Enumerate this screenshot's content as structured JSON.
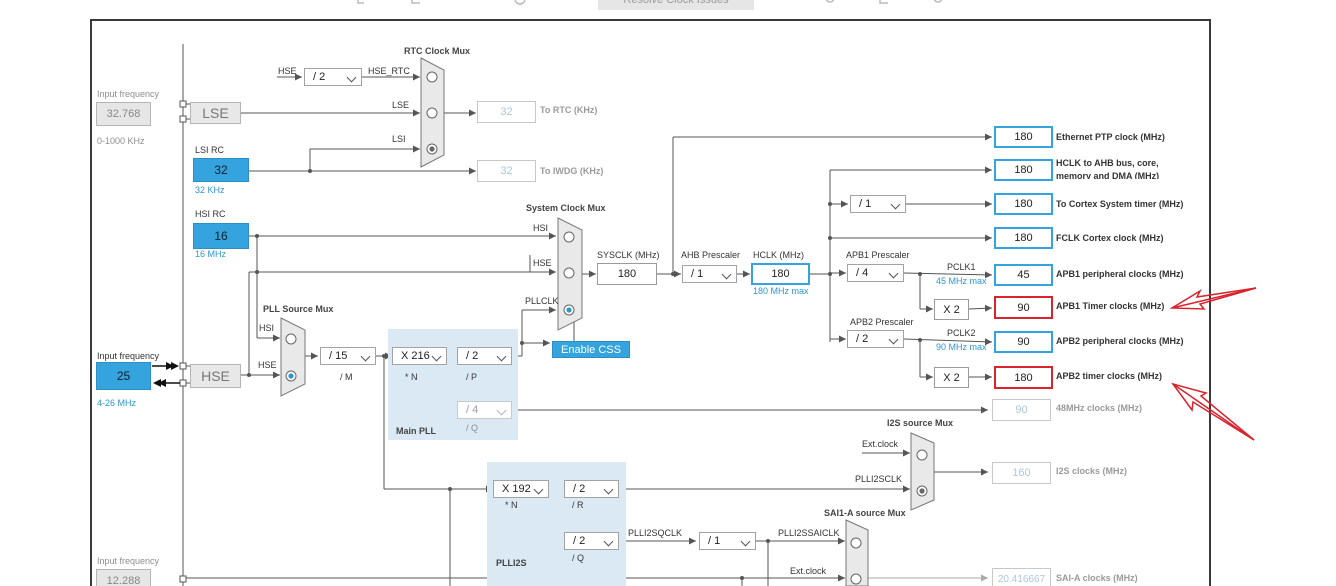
{
  "top": {
    "button": "Resolve Clock Issues"
  },
  "inputs": {
    "lse": {
      "label": "Input frequency",
      "value": "32.768",
      "range": "0-1000 KHz",
      "name": "LSE"
    },
    "lsi": {
      "label": "LSI RC",
      "value": "32",
      "unit": "32 KHz"
    },
    "hsi": {
      "label": "HSI RC",
      "value": "16",
      "unit": "16 MHz"
    },
    "hse": {
      "label": "Input frequency",
      "value": "25",
      "range": "4-26 MHz",
      "name": "HSE"
    },
    "ext": {
      "label": "Input frequency",
      "value": "12.288"
    }
  },
  "rtc": {
    "title": "RTC Clock Mux",
    "div": "/ 2",
    "in_hse": "HSE",
    "in_hse_rtc": "HSE_RTC",
    "in_lse": "LSE",
    "in_lsi": "LSI",
    "rtc_out": "32",
    "rtc_label": "To RTC (KHz)",
    "iwdg_out": "32",
    "iwdg_label": "To IWDG (KHz)"
  },
  "pll_src": {
    "title": "PLL Source Mux",
    "in_hsi": "HSI",
    "in_hse": "HSE"
  },
  "main_pll": {
    "title": "Main PLL",
    "m": "/ 15",
    "m_label": "/ M",
    "n": "X 216",
    "n_label": "* N",
    "p": "/ 2",
    "p_label": "/ P",
    "q": "/ 4",
    "q_label": "/ Q"
  },
  "sysmux": {
    "title": "System Clock Mux",
    "in_hsi": "HSI",
    "in_hse": "HSE",
    "in_pll": "PLLCLK",
    "css": "Enable CSS"
  },
  "sysclk": {
    "label": "SYSCLK (MHz)",
    "value": "180"
  },
  "ahb": {
    "label": "AHB Prescaler",
    "value": "/ 1"
  },
  "hclk": {
    "label": "HCLK (MHz)",
    "value": "180",
    "max": "180 MHz max"
  },
  "apb1": {
    "label": "APB1 Prescaler",
    "value": "/ 4",
    "pclk": "PCLK1",
    "max": "45 MHz max",
    "timer_mult": "X 2"
  },
  "apb2": {
    "label": "APB2 Prescaler",
    "value": "/ 2",
    "pclk": "PCLK2",
    "max": "90 MHz max",
    "timer_mult": "X 2"
  },
  "cortex_div": "/ 1",
  "outputs": [
    {
      "value": "180",
      "label": "Ethernet PTP clock (MHz)"
    },
    {
      "value": "180",
      "label": "HCLK to AHB bus, core, memory and DMA (MHz)"
    },
    {
      "value": "180",
      "label": "To Cortex System timer (MHz)"
    },
    {
      "value": "180",
      "label": "FCLK Cortex clock (MHz)"
    },
    {
      "value": "45",
      "label": "APB1 peripheral clocks (MHz)"
    },
    {
      "value": "90",
      "label": "APB1 Timer clocks (MHz)"
    },
    {
      "value": "90",
      "label": "APB2 peripheral clocks (MHz)"
    },
    {
      "value": "180",
      "label": "APB2 timer clocks (MHz)"
    },
    {
      "value": "90",
      "label": "48MHz clocks (MHz)"
    },
    {
      "value": "160",
      "label": "I2S clocks (MHz)"
    },
    {
      "value": "20.416667",
      "label": "SAI-A clocks (MHz)"
    }
  ],
  "i2s_mux": {
    "title": "I2S source Mux",
    "in_ext": "Ext.clock",
    "in_pll": "PLLI2SCLK"
  },
  "plli2s": {
    "title": "PLLI2S",
    "n": "X 192",
    "n_label": "* N",
    "r": "/ 2",
    "r_label": "/ R",
    "q": "/ 2",
    "q_label": "/ Q",
    "q_out": "PLLI2SQCLK",
    "div": "/ 1",
    "sai_clk": "PLLI2SSAICLK"
  },
  "sai_mux": {
    "title": "SAI1-A source Mux",
    "in_ext": "Ext.clock"
  },
  "colors": {
    "accent": "#35a3dd",
    "highlight": "#d9232d",
    "panel": "#dbe9f5",
    "wire": "#555555"
  }
}
